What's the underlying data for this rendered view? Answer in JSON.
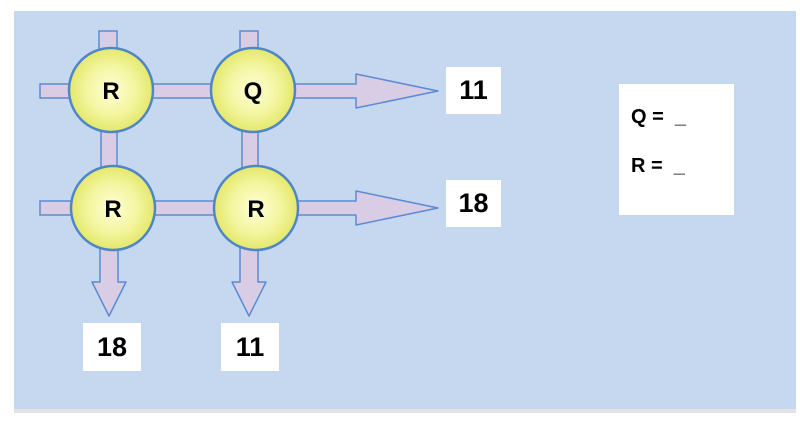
{
  "grid": {
    "nodes": [
      {
        "label": "R"
      },
      {
        "label": "Q"
      },
      {
        "label": "R"
      },
      {
        "label": "R"
      }
    ],
    "row_sums": [
      "11",
      "18"
    ],
    "col_sums": [
      "18",
      "11"
    ]
  },
  "answers": {
    "q_line": "Q =  _",
    "r_line": "R =  _"
  },
  "colors": {
    "background": "#c6d8ef",
    "pipe_fill": "#d9cde6",
    "pipe_stroke": "#5b8bd0",
    "node_fill": "#f1f3a0",
    "node_stroke": "#4f86c6"
  }
}
